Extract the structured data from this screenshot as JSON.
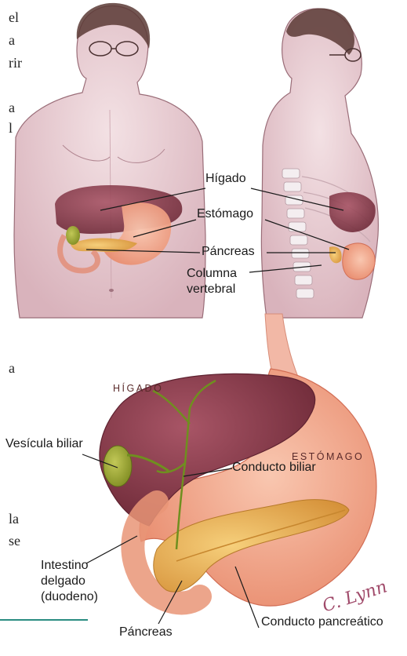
{
  "labels_top": {
    "higado": "Hígado",
    "estomago": "Estómago",
    "pancreas": "Páncreas",
    "columna_line1": "Columna",
    "columna_line2": "vertebral"
  },
  "labels_bottom": {
    "higado_caps": "HÍGADO",
    "estomago_caps": "ESTÓMAGO",
    "vesicula": "Vesícula biliar",
    "conducto_biliar": "Conducto biliar",
    "intestino_line1": "Intestino",
    "intestino_line2": "delgado",
    "intestino_line3": "(duodeno)",
    "pancreas": "Páncreas",
    "conducto_pancreatico": "Conducto pancreático"
  },
  "signature": "C. Lynn",
  "text_fragments": [
    "el",
    "a",
    "rir",
    "a",
    "l",
    "a",
    "la",
    "se"
  ],
  "colors": {
    "skin": "#e9cdd3",
    "skin_shade": "#c99aa6",
    "liver": "#8a3c4c",
    "liver_light": "#a85566",
    "stomach": "#f2a58a",
    "pancreas": "#e8b25a",
    "gallbladder": "#9aa531",
    "bile_duct": "#6f8f1f",
    "accent_rule": "#2a8d82"
  }
}
